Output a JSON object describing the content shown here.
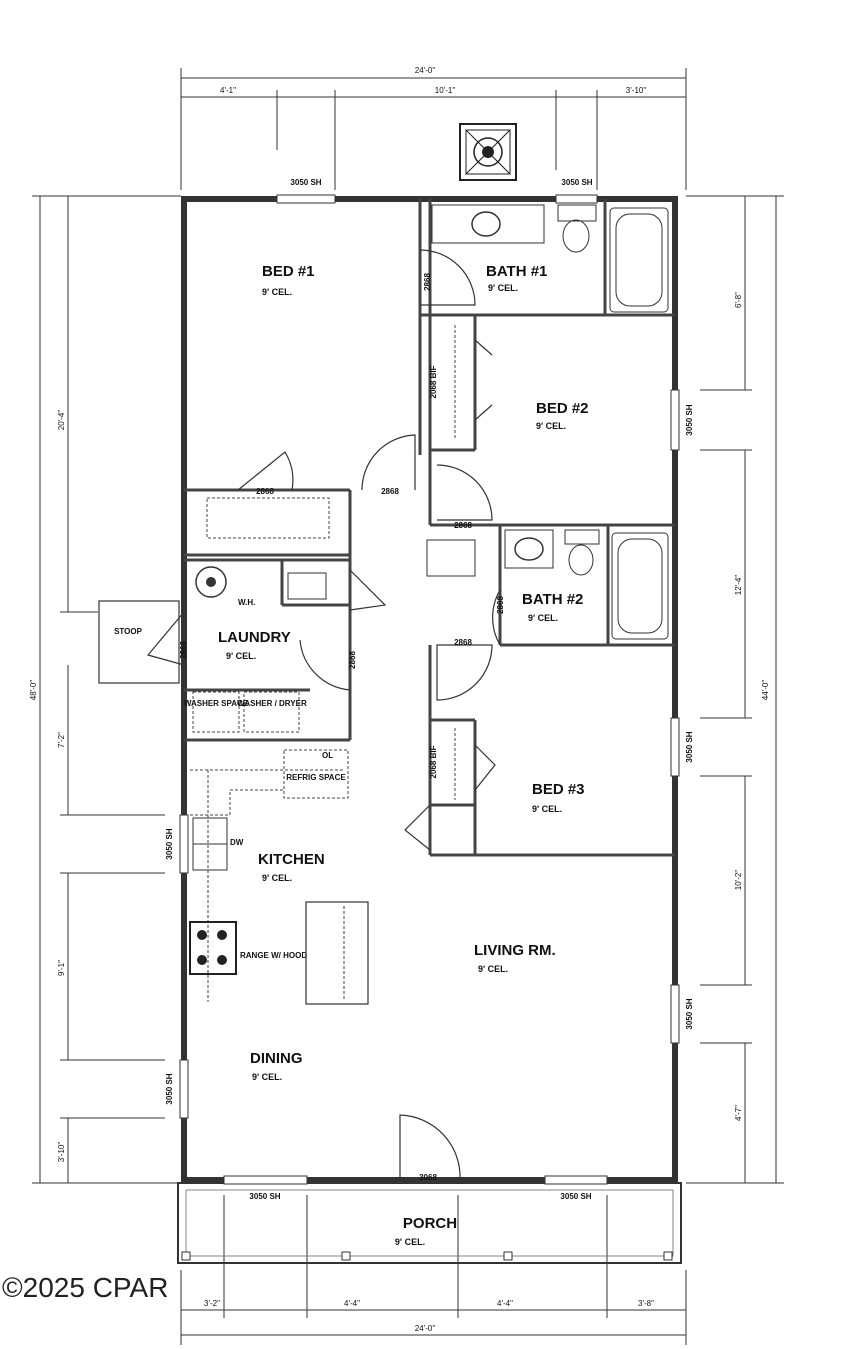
{
  "rooms": {
    "bed1": {
      "name": "BED #1",
      "ceiling": "9' CEL."
    },
    "bath1": {
      "name": "BATH #1",
      "ceiling": "9' CEL."
    },
    "bed2": {
      "name": "BED #2",
      "ceiling": "9' CEL."
    },
    "bath2": {
      "name": "BATH #2",
      "ceiling": "9' CEL."
    },
    "laundry": {
      "name": "LAUNDRY",
      "ceiling": "9' CEL."
    },
    "bed3": {
      "name": "BED #3",
      "ceiling": "9' CEL."
    },
    "kitchen": {
      "name": "KITCHEN",
      "ceiling": "9' CEL."
    },
    "living": {
      "name": "LIVING RM.",
      "ceiling": "9' CEL."
    },
    "dining": {
      "name": "DINING",
      "ceiling": "9' CEL."
    },
    "porch": {
      "name": "PORCH",
      "ceiling": "9' CEL."
    },
    "stoop": {
      "name": "STOOP"
    }
  },
  "fixtures": {
    "water_heater": "W.H.",
    "washer_dryer": "WASHER / DRYER",
    "washer_space": "WASHER SPACE",
    "range": "RANGE W/ HOOD",
    "refrig": "REFRIG SPACE",
    "dw": "DW",
    "ol": "OL"
  },
  "labels": {
    "door_2868": "2868",
    "door_3068": "3068",
    "window_3050": "3050 SH",
    "closet_door": "2068 BIF"
  },
  "dimensions": {
    "top_total": "24'-0\"",
    "top_left": "4'-1\"",
    "top_mid": "10'-1\"",
    "top_right": "3'-10\"",
    "bottom_total": "24'-0\"",
    "bottom_1": "3'-2\"",
    "bottom_2": "4'-4\"",
    "bottom_3": "4'-4\"",
    "bottom_4": "3'-8\"",
    "left_total": "48'-0\"",
    "left_upper": "20'-4\"",
    "left_mid": "7'-2\"",
    "left_lower": "9'-1\"",
    "left_bottom": "3'-10\"",
    "right_total": "44'-0\"",
    "right_1": "6'-8\"",
    "right_2": "12'-4\"",
    "right_3": "10'-2\"",
    "right_4": "4'-7\""
  },
  "watermark": "©2025 CPAR"
}
